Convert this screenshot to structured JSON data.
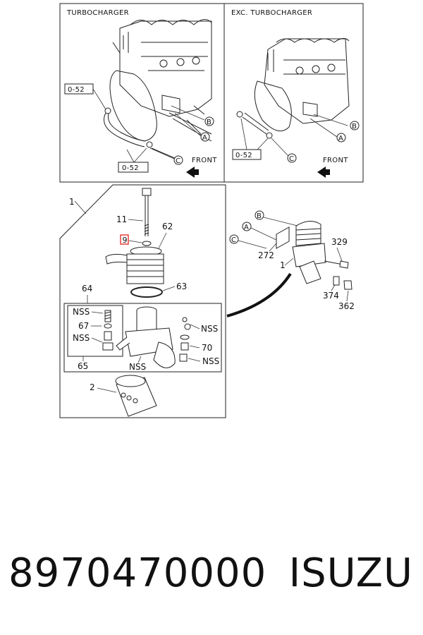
{
  "panels": {
    "left_title": "TURBOCHARGER",
    "right_title": "EXC. TURBOCHARGER",
    "front_left": "FRONT",
    "front_right": "FRONT",
    "ref_052": "0-52"
  },
  "callouts": {
    "A": "A",
    "B": "B",
    "C": "C"
  },
  "parts": {
    "p1": "1",
    "p2": "2",
    "p9": "9",
    "p11": "11",
    "p62": "62",
    "p63": "63",
    "p64": "64",
    "p65": "65",
    "p67": "67",
    "p70": "70",
    "p272": "272",
    "p329": "329",
    "p362": "362",
    "p374": "374",
    "nss": "NSS"
  },
  "footer": {
    "part_number": "8970470000",
    "brand": "ISUZU"
  },
  "highlight_color": "#e8403a"
}
